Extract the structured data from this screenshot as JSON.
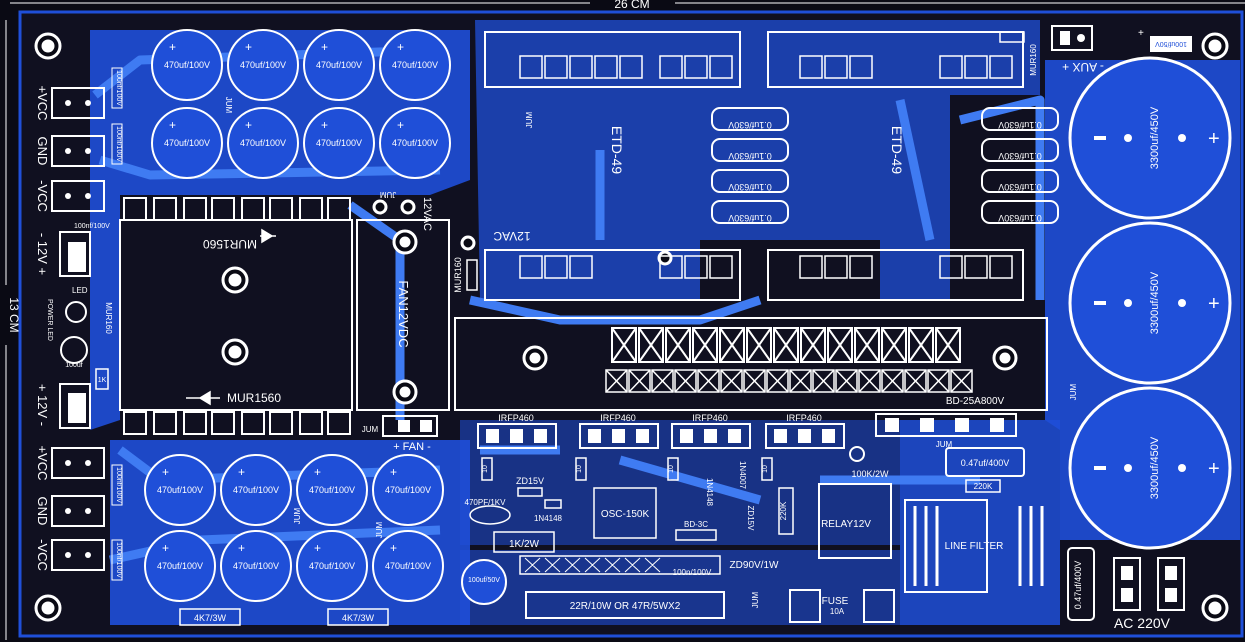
{
  "dimensions": {
    "width_label": "26 CM",
    "height_label": "13 CM"
  },
  "colors": {
    "board": "#0a0a14",
    "copper": "#1f4fd8",
    "trace_light": "#3f7bf2",
    "silk": "#ffffff"
  },
  "left_connectors": {
    "top": [
      "+VCC",
      "GND",
      "-VCC"
    ],
    "middle_top": "- 12V +",
    "middle_bottom": "+ 12V -",
    "bottom": [
      "+VCC",
      "GND",
      "-VCC"
    ],
    "led_label": "LED",
    "power_led_label": "POWER LED"
  },
  "capacitors": {
    "small_100nf": "100nf/100V",
    "led_cap": "100uf",
    "bank": [
      "470uf/100V",
      "470uf/100V",
      "470uf/100V",
      "470uf/100V",
      "470uf/100V",
      "470uf/100V",
      "470uf/100V",
      "470uf/100V"
    ],
    "bank_bottom": [
      "470uf/100V",
      "470uf/100V",
      "470uf/100V",
      "470uf/100V",
      "470uf/100V",
      "470uf/100V",
      "470uf/100V",
      "470uf/100V"
    ],
    "film": [
      "0.1uf/630V",
      "0.1uf/630V",
      "0.1uf/630V",
      "0.1uf/630V",
      "0.1uf/630V",
      "0.1uf/630V",
      "0.1uf/630V",
      "0.1uf/630V"
    ],
    "bulk": [
      "3300uf/450V",
      "3300uf/450V",
      "3300uf/450V"
    ],
    "aux_cap": "100uf/50V",
    "snubber": "0.47uf/400V",
    "line_cap": "0.47uf/400V",
    "aux_bottom": "100uf/50V",
    "gate_cap": "100n/100V"
  },
  "diodes": {
    "mur1560_top": "MUR1560",
    "mur1560_bottom": "MUR1560",
    "mur160_left": "MUR160",
    "mur160_mid": "MUR160",
    "mur160_aux": "MUR160"
  },
  "labels": {
    "jum": "JUM",
    "ac12_a": "12VAC",
    "ac12_b": "12VAC",
    "fan12": "FAN12VDC",
    "fan": "+ FAN -",
    "aux": "- AUX +",
    "etd_a": "ETD-49",
    "etd_b": "ETD-49",
    "bridge": "BD-25A800V",
    "r_small": "1K",
    "plus": "+"
  },
  "mosfets": [
    "IRFP460",
    "IRFP460",
    "IRFP460",
    "IRFP460"
  ],
  "control": {
    "res_10a": "10",
    "res_10b": "10",
    "res_10c": "10",
    "res_10d": "10",
    "zd15a": "ZD15V",
    "zd15b": "ZD15V",
    "d4148a": "1N4148",
    "d4148b": "1N4148",
    "d4007": "1N4007",
    "osc": "OSC-150K",
    "c470": "470PF/1KV",
    "r1k2w": "1K/2W",
    "bd3c": "BD-3C",
    "r220k_a": "220K",
    "r220k_b": "220K",
    "zd90": "ZD90V/1W",
    "pot": "100K/2W",
    "relay": "RELAY12V",
    "r4k7a": "4K7/3W",
    "r4k7b": "4K7/3W",
    "r22": "22R/10W  OR  47R/5WX2"
  },
  "mains": {
    "fuse": "FUSE",
    "fuse_rating": "10A",
    "filter": "LINE FILTER",
    "ac": "AC 220V"
  }
}
